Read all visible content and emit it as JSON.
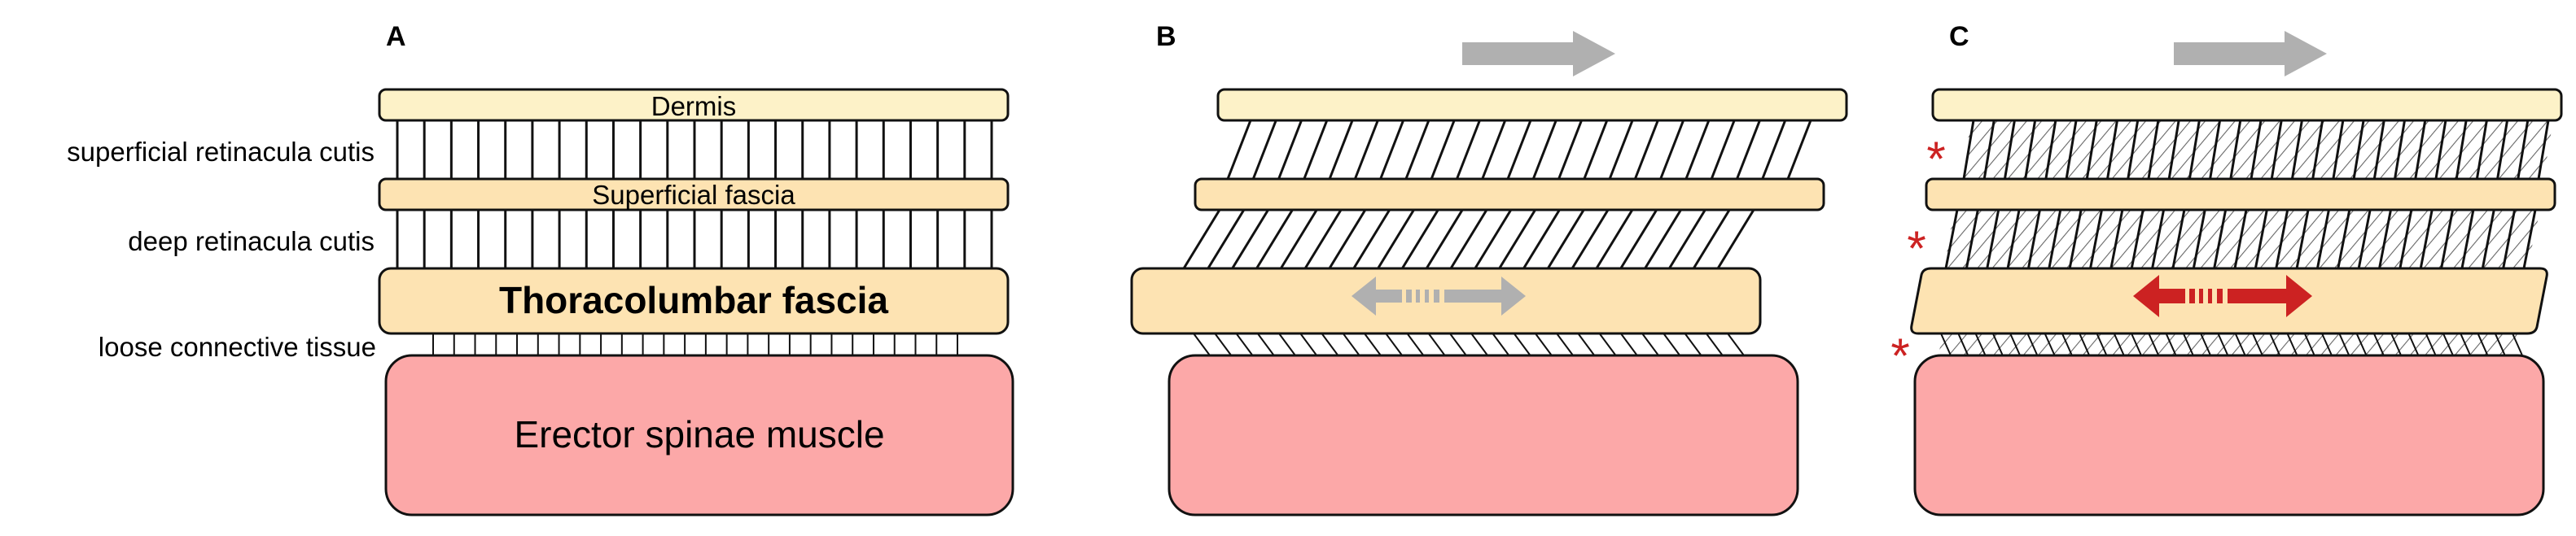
{
  "panels": [
    {
      "letter": "A",
      "state": "resting"
    },
    {
      "letter": "B",
      "state": "sliding"
    },
    {
      "letter": "C",
      "state": "densified"
    }
  ],
  "side_labels": {
    "superficial_retinacula": "superficial retinacula cutis",
    "deep_retinacula": "deep retinacula cutis",
    "loose_tissue": "loose connective tissue"
  },
  "layer_labels": {
    "dermis": "Dermis",
    "superficial_fascia": "Superficial fascia",
    "thoracolumbar_fascia": "Thoracolumbar fascia",
    "muscle": "Erector spinae muscle"
  },
  "markers": {
    "asterisk": "*"
  },
  "colors": {
    "dermis": "#fdf2c8",
    "fascia": "#fde3b2",
    "muscle": "#fca8a8",
    "outline": "#111111",
    "arrow_gray": "#b0b0b0",
    "arrow_red": "#cc2222"
  },
  "icons": {
    "movement_arrow": "right-arrow-icon",
    "sliding_arrow": "double-headed-arrow-icon"
  }
}
